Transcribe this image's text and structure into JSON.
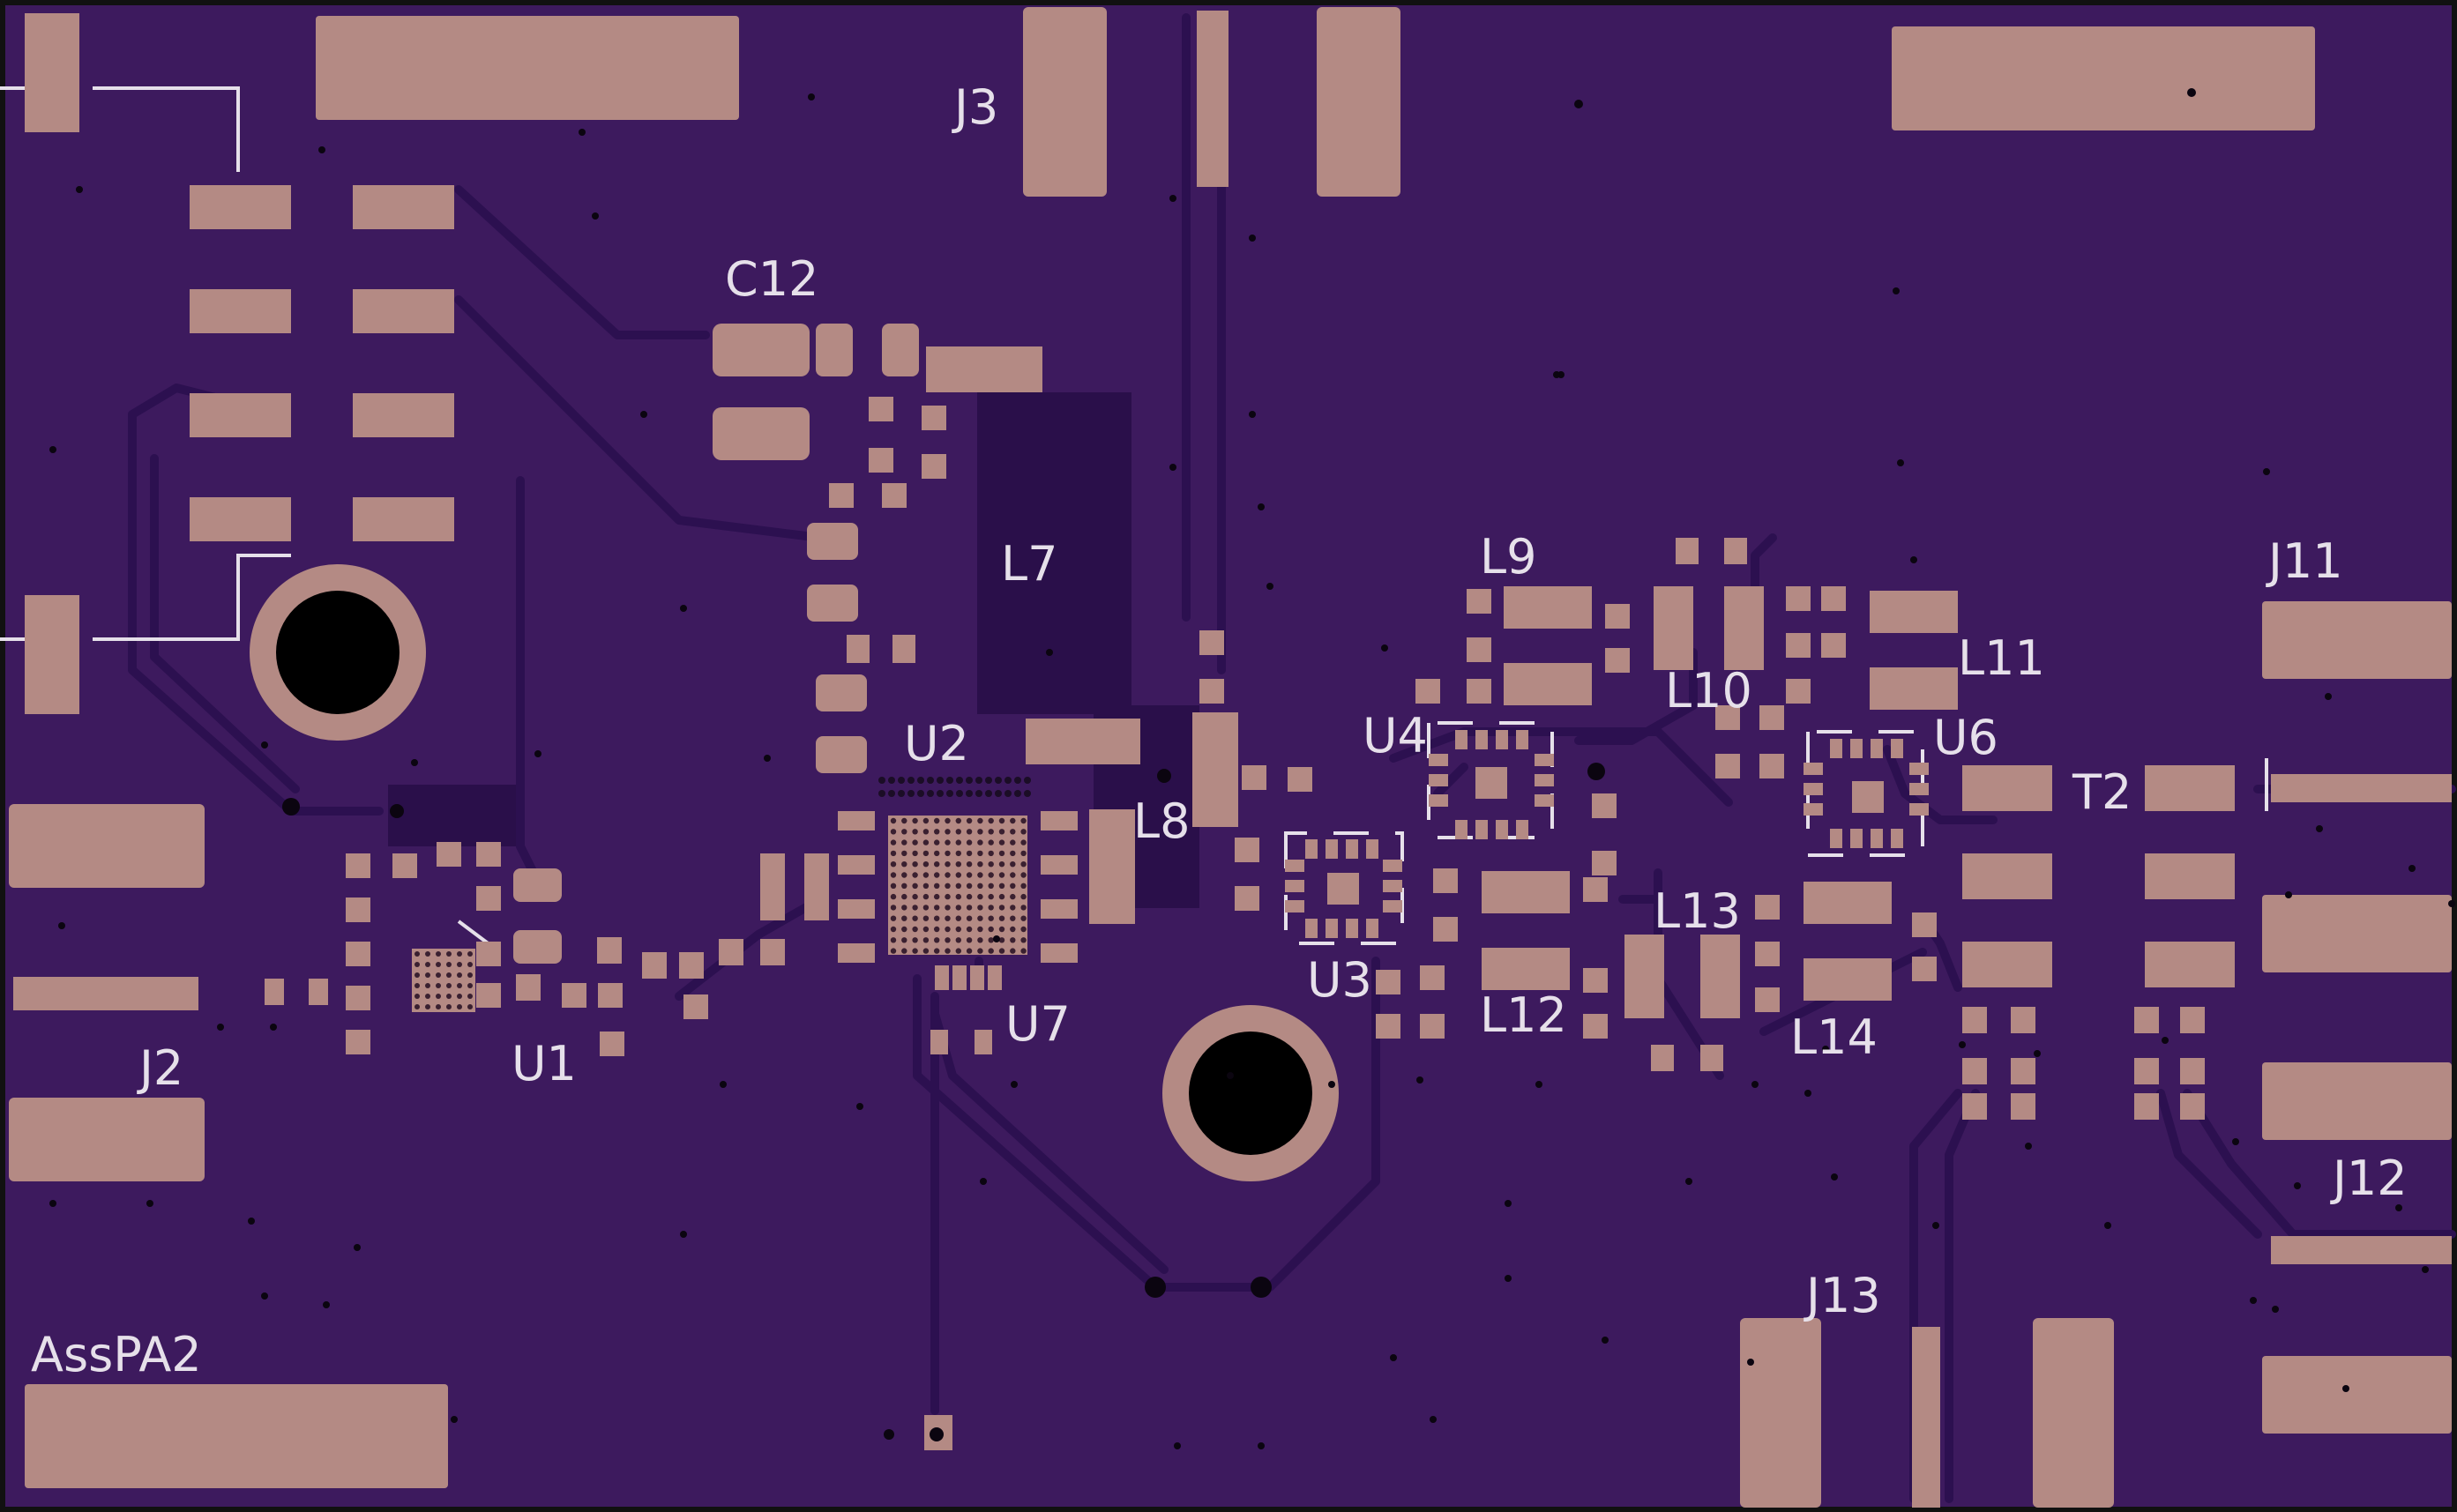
{
  "board": {
    "board_color": "#3d1a5e",
    "pad_color": "#b48a84",
    "silkscreen_color": "#e6e0ea",
    "outline_color": "#111111"
  },
  "labels": {
    "j2": "J2",
    "j3": "J3",
    "c12": "C12",
    "l7": "L7",
    "l8": "L8",
    "l9": "L9",
    "l10": "L10",
    "l11": "L11",
    "l12": "L12",
    "l13": "L13",
    "l14": "L14",
    "u1": "U1",
    "u2": "U2",
    "u3": "U3",
    "u4": "U4",
    "u6": "U6",
    "u7": "U7",
    "t2": "T2",
    "j11": "J11",
    "j12": "J12",
    "j13": "J13",
    "board_name": "AssPA2"
  }
}
